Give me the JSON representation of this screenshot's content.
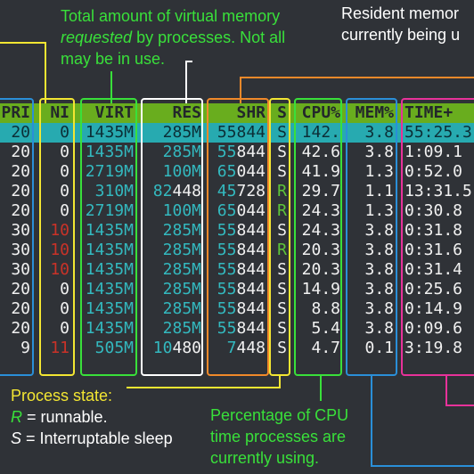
{
  "annotations": {
    "virt_line1": "Total amount of virtual memory",
    "virt_requested": "requested",
    "virt_line2_rest": " by processes. Not all",
    "virt_line3": "may be in use.",
    "res_line1": "Resident memor",
    "res_line2": "currently being u",
    "state_title": "Process state:",
    "state_r_key": "R",
    "state_r_text": " = runnable.",
    "state_s_key": "S",
    "state_s_text": " = Interruptable sleep",
    "cpu_line1": "Percentage of CPU",
    "cpu_line2": "time processes are",
    "cpu_line3": "currently using."
  },
  "colors": {
    "background": "#2f3237",
    "header_bg": "#69ad1e",
    "highlight_bg": "#27aab0",
    "annotation_green": "#39e03a",
    "annotation_yellow": "#f3e632",
    "box_blue": "#2a8fd8",
    "box_yellow": "#f3e632",
    "box_green": "#39e03a",
    "box_white": "#ffffff",
    "box_orange": "#f0892a",
    "box_magenta": "#e8329a"
  },
  "table": {
    "headers": {
      "pri": "PRI",
      "ni": "NI",
      "virt": "VIRT",
      "res": "RES",
      "shr": "SHR",
      "s": "S",
      "cpu": "CPU%",
      "mem": "MEM%",
      "time": "TIME+"
    },
    "highlight": {
      "pri": "20",
      "ni": "0",
      "virt": "1435M",
      "res": "285M",
      "shr": "55844",
      "s": "S",
      "cpu": "142.",
      "mem": "3.8",
      "time": "55:25.3"
    },
    "rows": [
      {
        "pri": "20",
        "ni": "0",
        "virt": "1435M",
        "res": "285M",
        "shr": "55844",
        "s": "S",
        "cpu": "42.6",
        "mem": "3.8",
        "time": "1:09.1"
      },
      {
        "pri": "20",
        "ni": "0",
        "virt": "2719M",
        "res": "100M",
        "shr": "65044",
        "s": "S",
        "cpu": "41.9",
        "mem": "1.3",
        "time": "0:52.0"
      },
      {
        "pri": "20",
        "ni": "0",
        "virt": "310M",
        "res": "82448",
        "shr": "45728",
        "s": "R",
        "cpu": "29.7",
        "mem": "1.1",
        "time": "13:31.5"
      },
      {
        "pri": "20",
        "ni": "0",
        "virt": "2719M",
        "res": "100M",
        "shr": "65044",
        "s": "R",
        "cpu": "24.3",
        "mem": "1.3",
        "time": "0:30.8"
      },
      {
        "pri": "30",
        "ni": "10",
        "virt": "1435M",
        "res": "285M",
        "shr": "55844",
        "s": "S",
        "cpu": "24.3",
        "mem": "3.8",
        "time": "0:31.8"
      },
      {
        "pri": "30",
        "ni": "10",
        "virt": "1435M",
        "res": "285M",
        "shr": "55844",
        "s": "R",
        "cpu": "20.3",
        "mem": "3.8",
        "time": "0:31.6"
      },
      {
        "pri": "30",
        "ni": "10",
        "virt": "1435M",
        "res": "285M",
        "shr": "55844",
        "s": "S",
        "cpu": "20.3",
        "mem": "3.8",
        "time": "0:31.4"
      },
      {
        "pri": "20",
        "ni": "0",
        "virt": "1435M",
        "res": "285M",
        "shr": "55844",
        "s": "S",
        "cpu": "14.9",
        "mem": "3.8",
        "time": "0:25.6"
      },
      {
        "pri": "20",
        "ni": "0",
        "virt": "1435M",
        "res": "285M",
        "shr": "55844",
        "s": "S",
        "cpu": "8.8",
        "mem": "3.8",
        "time": "0:14.9"
      },
      {
        "pri": "20",
        "ni": "0",
        "virt": "1435M",
        "res": "285M",
        "shr": "55844",
        "s": "S",
        "cpu": "5.4",
        "mem": "3.8",
        "time": "0:09.6"
      },
      {
        "pri": "9",
        "ni": "11",
        "virt": "505M",
        "res": "10480",
        "shr": "7448",
        "s": "S",
        "cpu": "4.7",
        "mem": "0.1",
        "time": "3:19.8"
      }
    ]
  }
}
